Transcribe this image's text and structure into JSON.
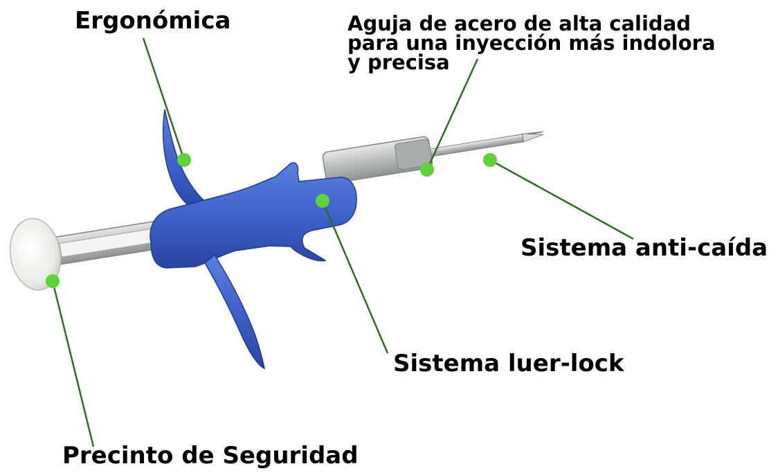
{
  "labels": {
    "ergonomica": "Ergonómica",
    "aguja": {
      "line1": "Aguja de acero de alta calidad",
      "line2": "para una inyección más indolora",
      "line3": "y precisa"
    },
    "anti_caida": "Sistema anti-caída",
    "luer_lock": "Sistema luer-lock",
    "precinto": "Precinto de Seguridad"
  },
  "colors": {
    "body_blue": "#3b5fc8",
    "body_blue_dark": "#2c47a8",
    "marker_green": "#5fd23a",
    "leader_green": "#2f6b22",
    "plunger_white": "#ecebe6",
    "barrel_grey": "#bfc2bf",
    "needle_steel": "#c9ccc9"
  }
}
